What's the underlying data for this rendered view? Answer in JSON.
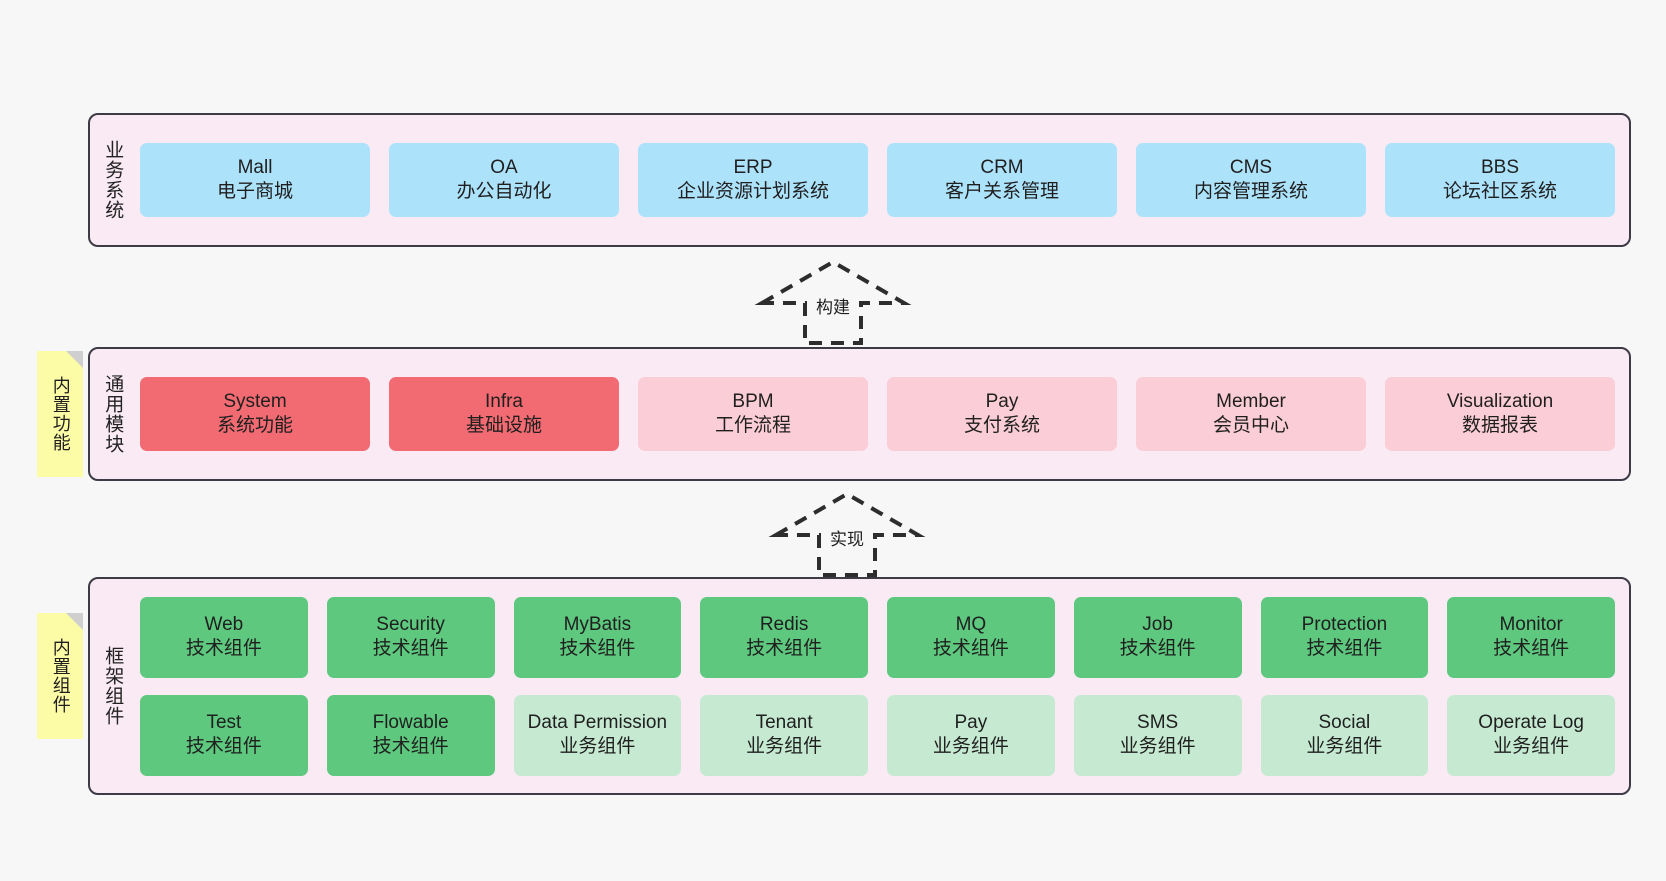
{
  "diagram": {
    "background_color": "#f7f7f7",
    "container_fill": "#f9eaf4",
    "container_border": "#3d3b46"
  },
  "layers": [
    {
      "id": "business",
      "title": "业务系统",
      "accent": "#ade2fb",
      "rows": [
        {
          "cells": [
            {
              "en": "Mall",
              "cn": "电子商城",
              "color": "#ade2fb"
            },
            {
              "en": "OA",
              "cn": "办公自动化",
              "color": "#ade2fb"
            },
            {
              "en": "ERP",
              "cn": "企业资源计划系统",
              "color": "#ade2fb"
            },
            {
              "en": "CRM",
              "cn": "客户关系管理",
              "color": "#ade2fb"
            },
            {
              "en": "CMS",
              "cn": "内容管理系统",
              "color": "#ade2fb"
            },
            {
              "en": "BBS",
              "cn": "论坛社区系统",
              "color": "#ade2fb"
            }
          ]
        }
      ]
    },
    {
      "id": "modules",
      "title": "通用模块",
      "accent": "#f26b72",
      "note": "内置功能",
      "rows": [
        {
          "cells": [
            {
              "en": "System",
              "cn": "系统功能",
              "color": "#f26b72"
            },
            {
              "en": "Infra",
              "cn": "基础设施",
              "color": "#f26b72"
            },
            {
              "en": "BPM",
              "cn": "工作流程",
              "color": "#fbcdd6"
            },
            {
              "en": "Pay",
              "cn": "支付系统",
              "color": "#fbcdd6"
            },
            {
              "en": "Member",
              "cn": "会员中心",
              "color": "#fbcdd6"
            },
            {
              "en": "Visualization",
              "cn": "数据报表",
              "color": "#fbcdd6"
            }
          ]
        }
      ]
    },
    {
      "id": "framework",
      "title": "框架组件",
      "accent": "#5dc87e",
      "note": "内置组件",
      "rows": [
        {
          "cells": [
            {
              "en": "Web",
              "cn": "技术组件",
              "color": "#5dc87e"
            },
            {
              "en": "Security",
              "cn": "技术组件",
              "color": "#5dc87e"
            },
            {
              "en": "MyBatis",
              "cn": "技术组件",
              "color": "#5dc87e"
            },
            {
              "en": "Redis",
              "cn": "技术组件",
              "color": "#5dc87e"
            },
            {
              "en": "MQ",
              "cn": "技术组件",
              "color": "#5dc87e"
            },
            {
              "en": "Job",
              "cn": "技术组件",
              "color": "#5dc87e"
            },
            {
              "en": "Protection",
              "cn": "技术组件",
              "color": "#5dc87e"
            },
            {
              "en": "Monitor",
              "cn": "技术组件",
              "color": "#5dc87e"
            }
          ]
        },
        {
          "cells": [
            {
              "en": "Test",
              "cn": "技术组件",
              "color": "#5dc87e"
            },
            {
              "en": "Flowable",
              "cn": "技术组件",
              "color": "#5dc87e"
            },
            {
              "en": "Data Permission",
              "cn": "业务组件",
              "color": "#c6e9d1"
            },
            {
              "en": "Tenant",
              "cn": "业务组件",
              "color": "#c6e9d1"
            },
            {
              "en": "Pay",
              "cn": "业务组件",
              "color": "#c6e9d1"
            },
            {
              "en": "SMS",
              "cn": "业务组件",
              "color": "#c6e9d1"
            },
            {
              "en": "Social",
              "cn": "业务组件",
              "color": "#c6e9d1"
            },
            {
              "en": "Operate Log",
              "cn": "业务组件",
              "color": "#c6e9d1"
            }
          ]
        }
      ]
    }
  ],
  "connectors": [
    {
      "id": "build",
      "label": "构建",
      "style": "dashed-hollow-arrow-up"
    },
    {
      "id": "impl",
      "label": "实现",
      "style": "dashed-hollow-arrow-up"
    }
  ]
}
